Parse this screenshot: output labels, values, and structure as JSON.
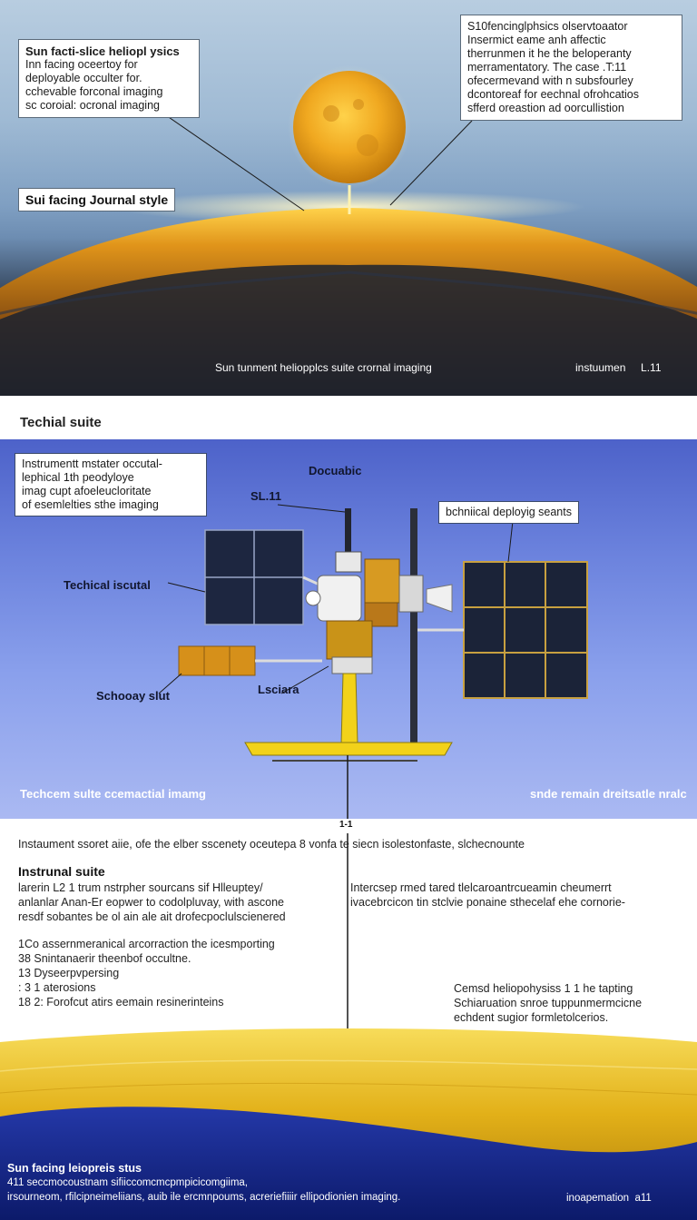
{
  "hero": {
    "callout_left": {
      "title": "Sun facti-slice heliopl ysics",
      "lines": [
        "Inn facing oceertoy for",
        "deployable occulter for.",
        "cchevable forconal imaging",
        "sc coroial: ocronal imaging"
      ]
    },
    "callout_right": {
      "lines": [
        "S10fencinglphsics olservtoaator",
        "Insermict eame anh affectic",
        "therrunmen it he the beloperanty",
        "merramentatory. The case .T:11",
        "ofecermevand with n subsfourley",
        "dcontoreaf for eechnal ofrohcatios",
        "sfferd oreastion ad oorcullistion"
      ]
    },
    "journal_chip": "Sui facing Journal style",
    "caption_center": "Sun tunment heliopplcs suite crornal imaging",
    "caption_right": "instuumen     L.11"
  },
  "section_heading": "Techial suite",
  "diagram": {
    "box_top_left": [
      "Instrumentt mstater occutal-",
      "lephical 1th peodyloye",
      "imag cupt afoeleucloritate",
      "of esemlelties sthe imaging"
    ],
    "label_doc": "Docuabic",
    "label_sl11": "SL.11",
    "box_right": "bchniical deployig seants",
    "label_technical": "Techical iscutal",
    "label_schooay": "Schooay slut",
    "label_lsciara": "Lsciara",
    "caption_left": "Techcem sulte ccemactial imamg",
    "caption_right": "snde remain dreitsatle nralc",
    "pole_tag": "1-1"
  },
  "body": {
    "intro_line": "Instaument ssoret aiie, ofe the elber sscenety oceutepa   8 vonfa te siecn isolestonfaste, slchecnounte",
    "heading": "Instrunal suite",
    "col_left": [
      "larerin L2 1 trum nstrpher  sourcans sif Hlleuptey/",
      "anlanlar Anan-Er eopwer to codolpluvay, with ascone",
      "resdf sobantes be ol ain ale ait drofecpoclulscienered"
    ],
    "col_right": [
      "Intercsep rmed tared  tlelcaroantrcueamin cheumerrt",
      "ivacebrcicon tin stclvie ponaine sthecelaf ehe cornorie-"
    ],
    "list": [
      "1Co assernmeranical arcorraction the icesmporting",
      "38 Snintanaerir theenbof occultne.",
      "13 Dyseerpvpersing",
      ": 3 1 aterosions",
      "18 2: Forofcut atirs eemain resinerinteins"
    ],
    "aside_lines": [
      "Cemsd heliopohysiss 1 1 he tapting",
      "Schiaruation snroe tuppunmermcicne",
      "echdent sugior formletolcerios."
    ]
  },
  "footer": {
    "title": "Sun facing leiopreis stus",
    "line1": "411 seccmocoustnam sifiiccomcmcpmpicicomgiima,",
    "line2": "irsourneom, rfilcipneimeliians, auib ile ercmnpoums, acreriefiiiir ellipodionien imaging.",
    "right": "inoapemation  a11"
  }
}
